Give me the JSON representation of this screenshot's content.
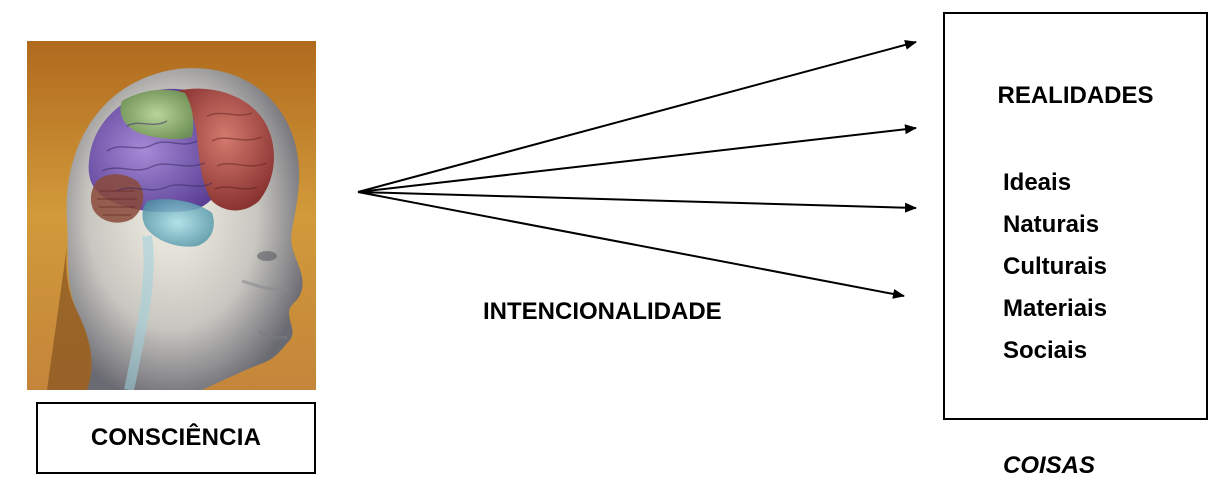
{
  "diagram": {
    "consciencia_label": "CONSCIÊNCIA",
    "intencionalidade_label": "INTENCIONALIDADE",
    "realidades_title": "REALIDADES",
    "realidades_items": [
      "Ideais",
      "Naturais",
      "Culturais",
      "Materiais",
      "Sociais"
    ],
    "coisas_label": "COISAS",
    "arrow_count": 4
  },
  "colors": {
    "line": "#000000",
    "background": "#ffffff",
    "image_background": "#c98f2e"
  }
}
